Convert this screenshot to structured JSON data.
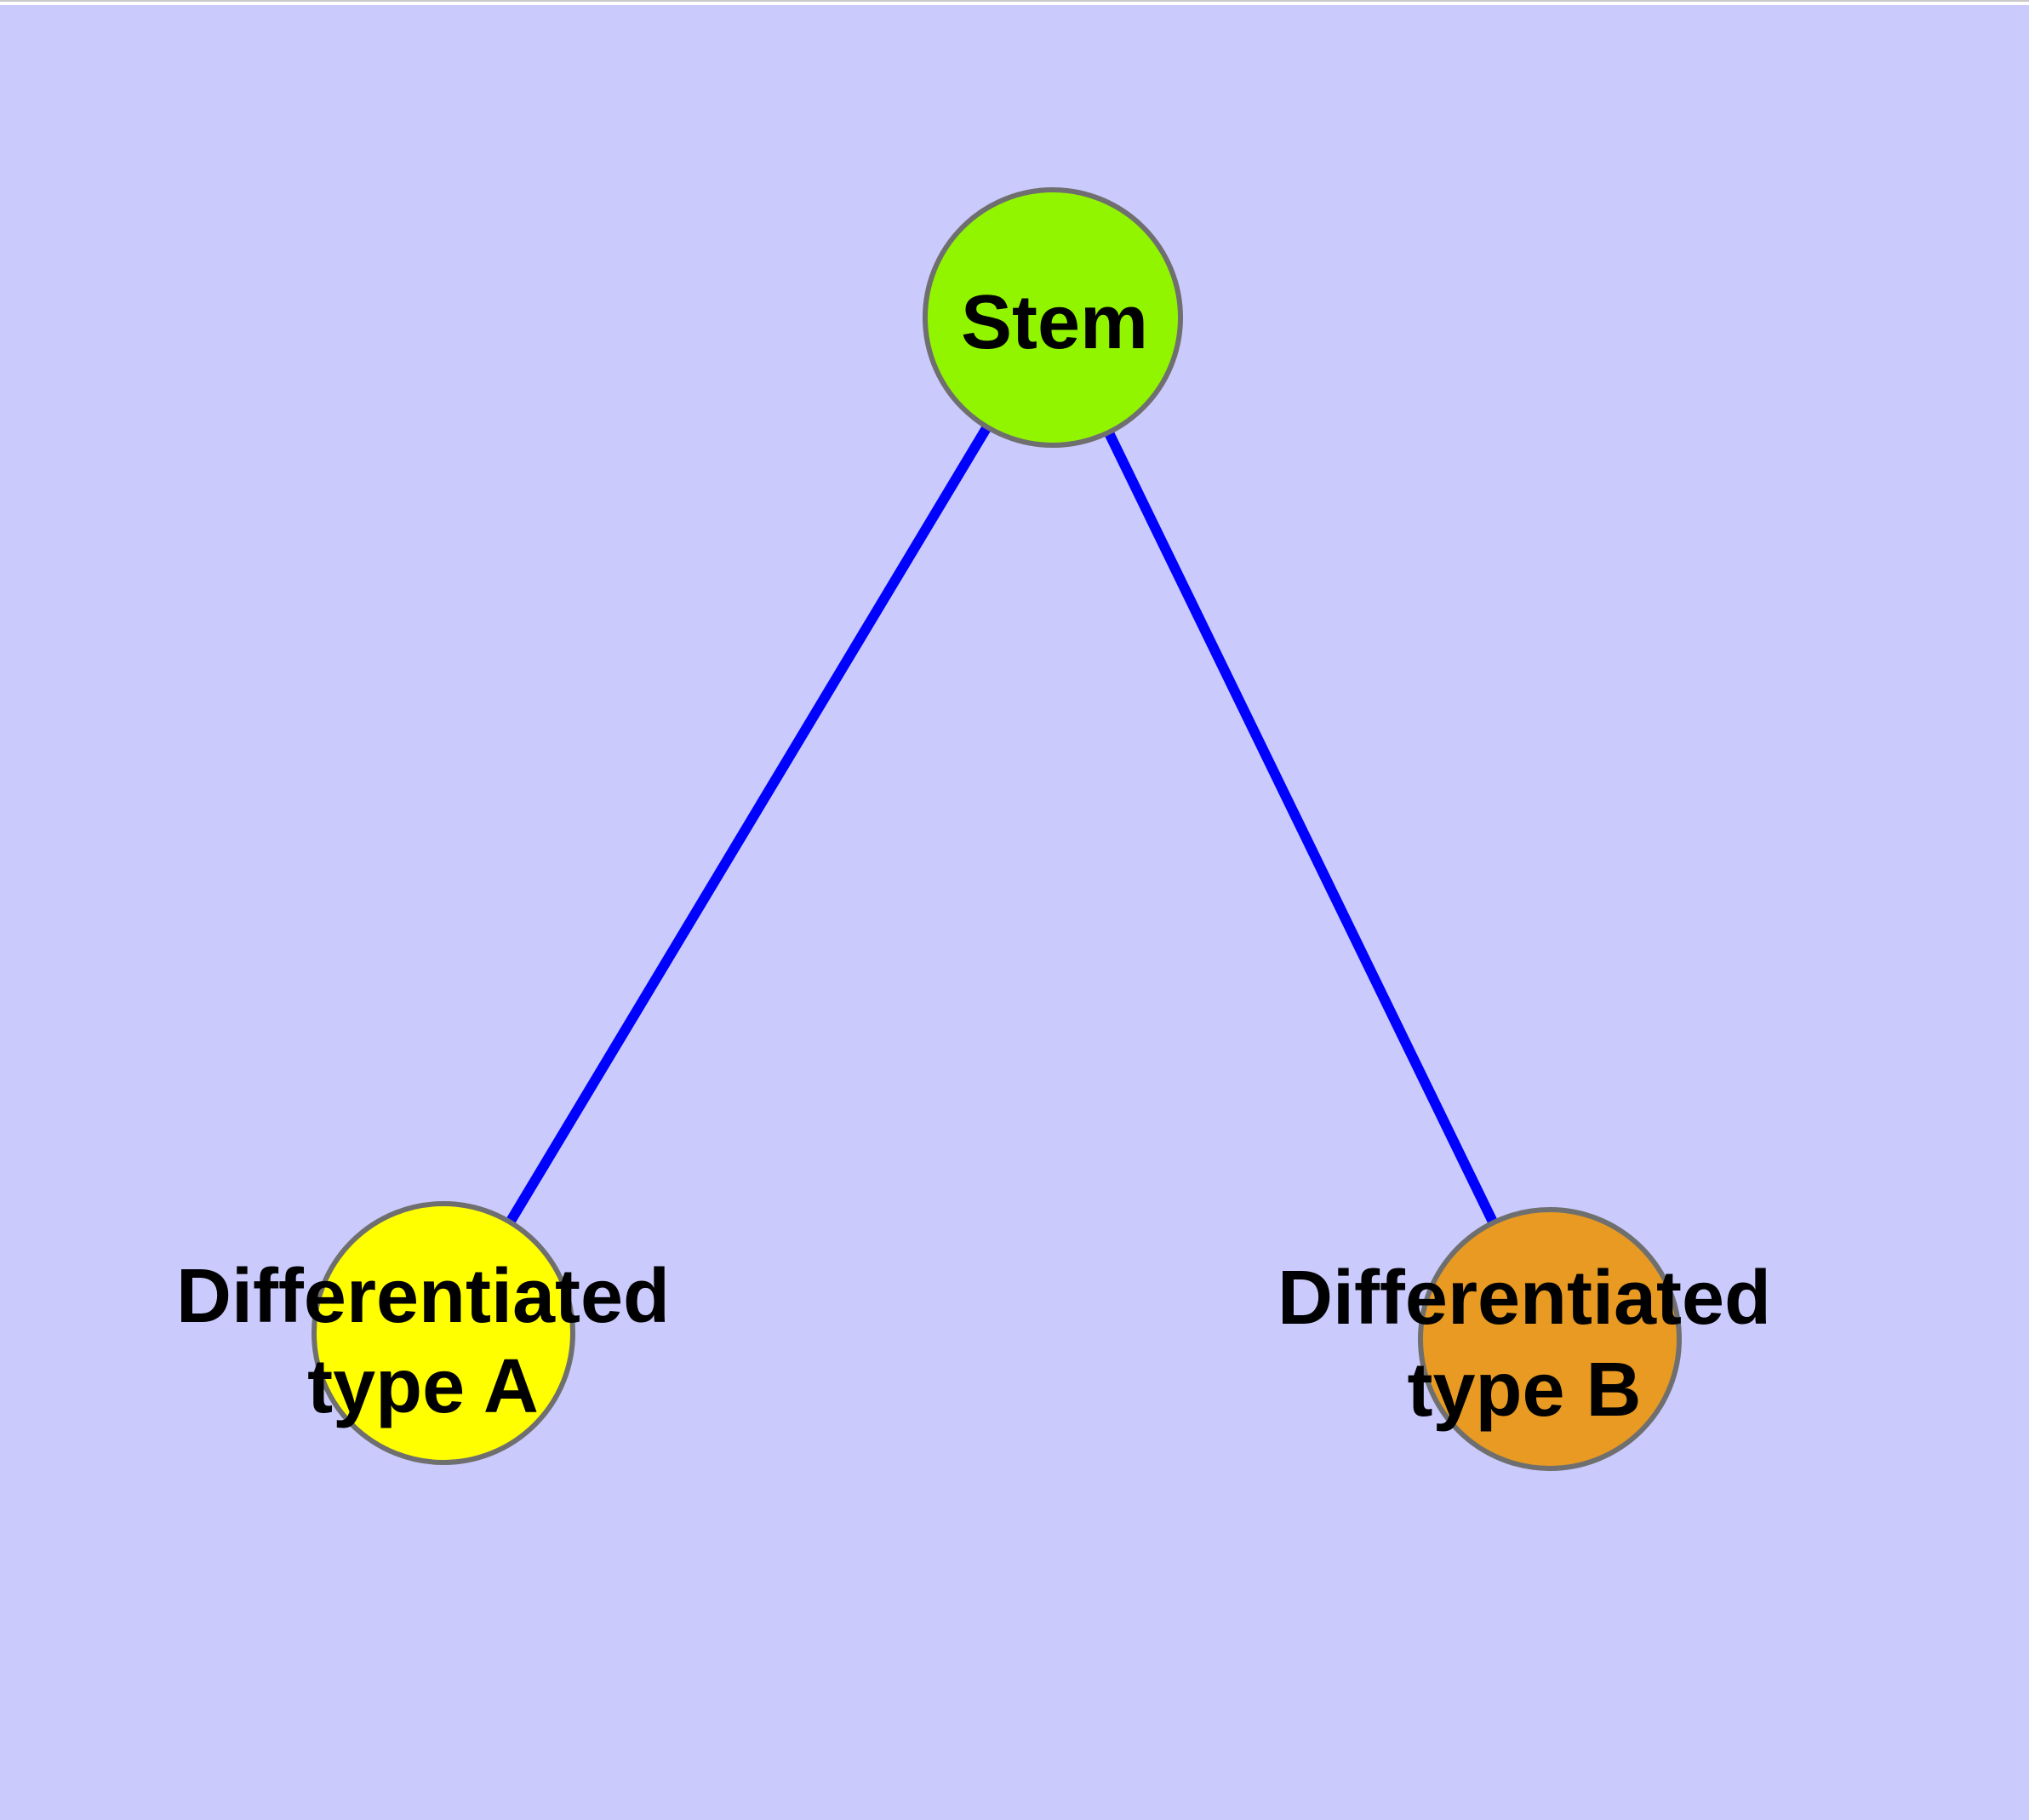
{
  "diagram": {
    "kind": "node-link-graph",
    "background_color": "#CACAFC",
    "top_strip_color": "#FFFFFF",
    "top_hairline_color": "#C9C9C9",
    "edge_color": "#0000FF",
    "node_border_color": "#6F6F6F",
    "label_color": "#000000",
    "nodes": [
      {
        "id": "stem",
        "label": "Stem",
        "color": "#92F500"
      },
      {
        "id": "differentiated-type-a",
        "label": "Differentiated type A",
        "label_lines": [
          "Differentiated",
          "type A"
        ],
        "color": "#FFFF00"
      },
      {
        "id": "differentiated-type-b",
        "label": "Differentiated type B",
        "label_lines": [
          "Differentiated",
          "type B"
        ],
        "color": "#E89A22"
      }
    ],
    "edges": [
      {
        "from": "stem",
        "to": "differentiated-type-a"
      },
      {
        "from": "stem",
        "to": "differentiated-type-b"
      }
    ]
  }
}
